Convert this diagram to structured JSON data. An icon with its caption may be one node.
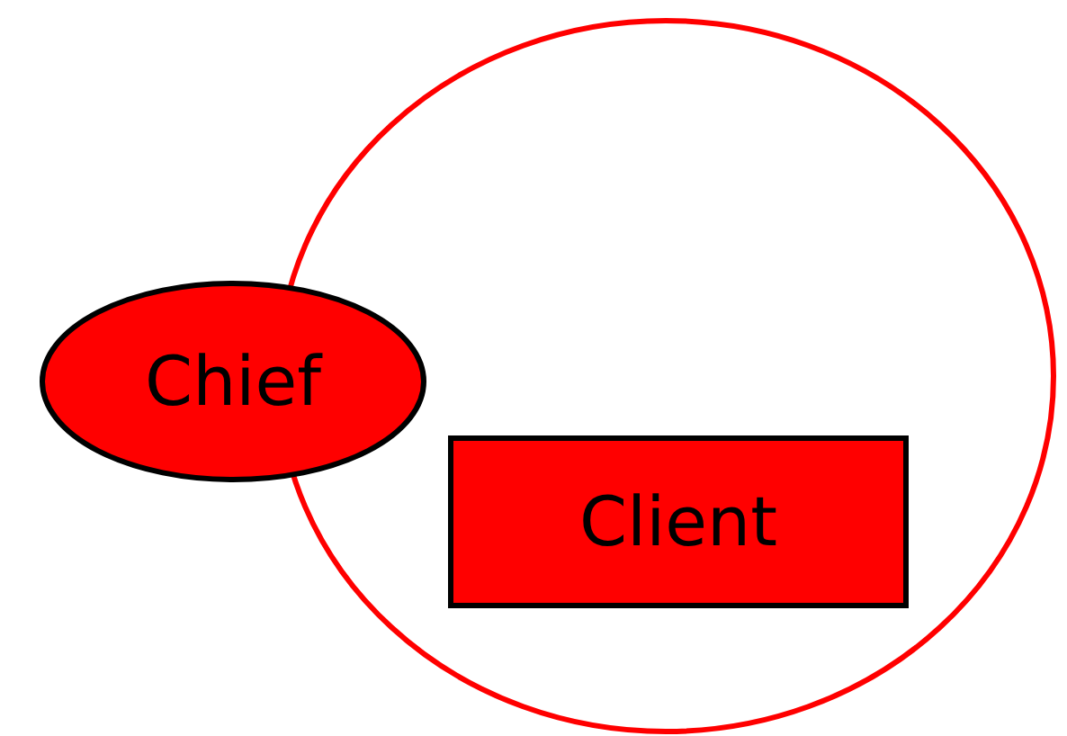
{
  "diagram": {
    "nodes": [
      {
        "text": [],
        "shape": "circle"
      },
      {
        "text": [
          "Chief"
        ]
      },
      {
        "text": [
          "Client"
        ],
        "in": 0
      }
    ]
  }
}
